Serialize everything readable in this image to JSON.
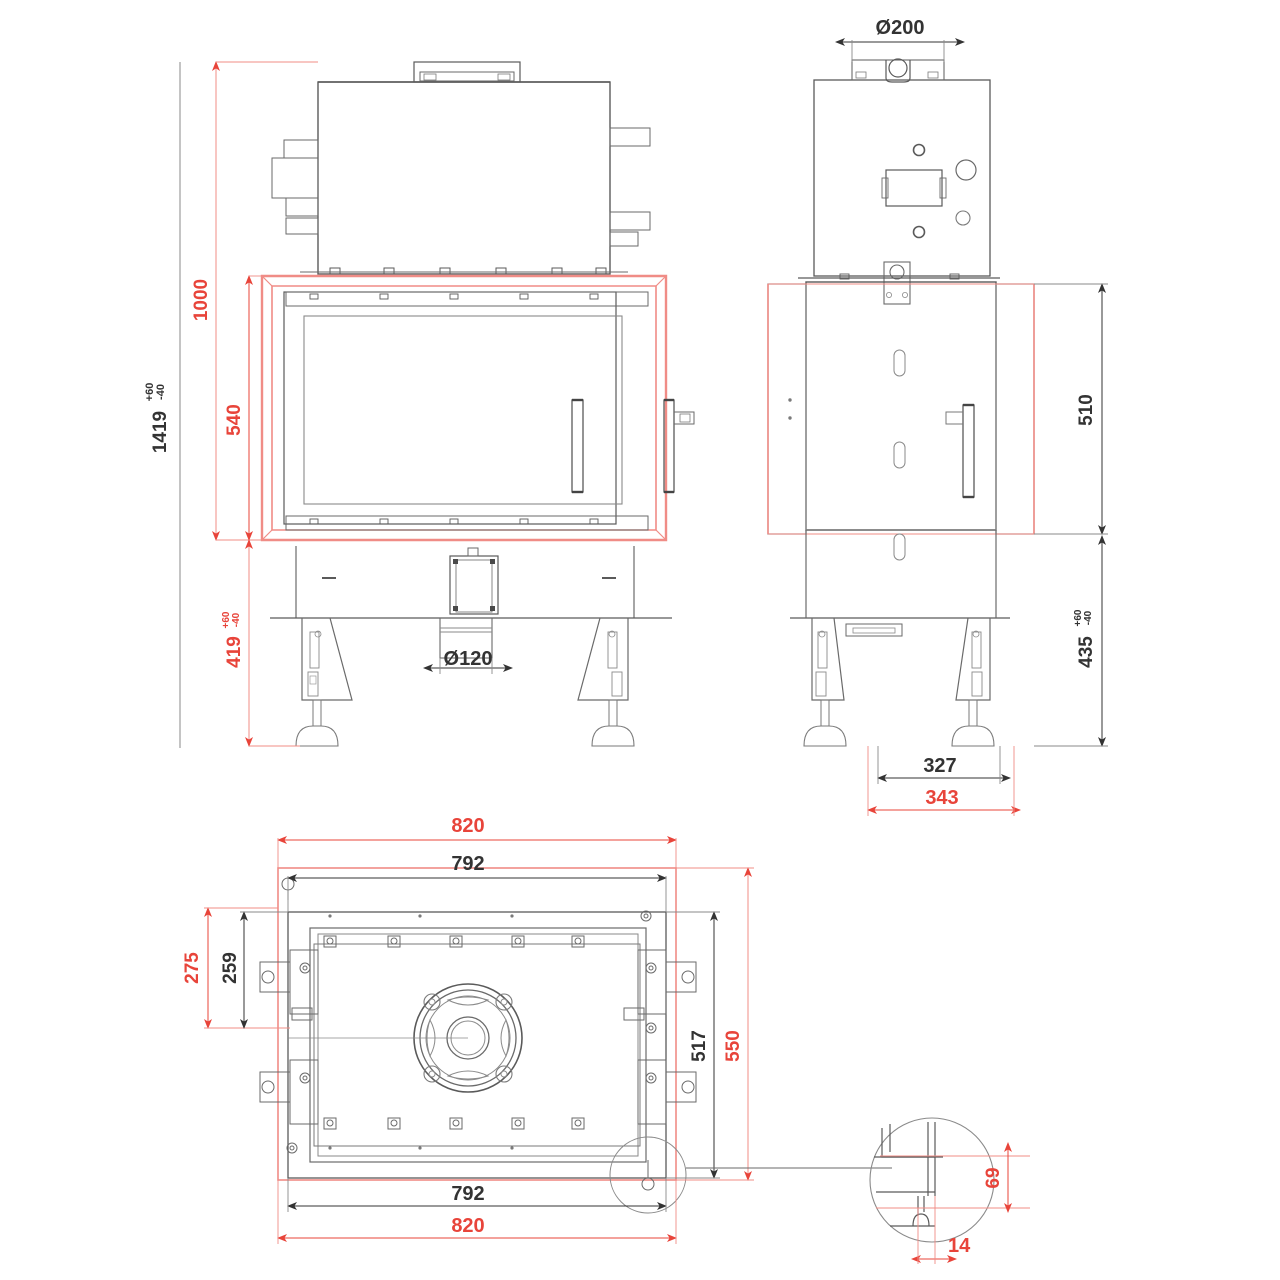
{
  "drawing": {
    "title": "Fireplace insert technical drawing",
    "colors": {
      "outline": "#3a3a3a",
      "thin": "#8a8a8a",
      "dim_black": "#333333",
      "dim_red": "#e8443a",
      "red_line": "#f08c86"
    },
    "views": [
      {
        "name": "front-elevation",
        "label": ""
      },
      {
        "name": "side-elevation",
        "label": ""
      },
      {
        "name": "plan-view",
        "label": ""
      },
      {
        "name": "detail-callout",
        "label": ""
      }
    ]
  },
  "dimensions": {
    "front": {
      "overall_height": {
        "value": "1419",
        "tol_plus": "+60",
        "tol_minus": "-40",
        "color": "black",
        "name": "overall-height-1419"
      },
      "upper_height": {
        "value": "1000",
        "color": "red",
        "name": "upper-height-1000"
      },
      "glass_height": {
        "value": "540",
        "color": "red",
        "name": "glass-height-540"
      },
      "base_height": {
        "value": "419",
        "tol_plus": "+60",
        "tol_minus": "-40",
        "color": "red",
        "name": "base-height-419"
      },
      "air_inlet_dia": {
        "value": "Ø120",
        "color": "black",
        "name": "air-inlet-diameter-120"
      }
    },
    "side": {
      "flue_dia": {
        "value": "Ø200",
        "color": "black",
        "name": "flue-diameter-200"
      },
      "body_height": {
        "value": "510",
        "color": "black",
        "name": "body-height-510"
      },
      "base_height": {
        "value": "435",
        "tol_plus": "+60",
        "tol_minus": "-40",
        "color": "black",
        "name": "side-base-height-435"
      },
      "depth_inner": {
        "value": "327",
        "color": "black",
        "name": "depth-inner-327"
      },
      "depth_outer": {
        "value": "343",
        "color": "red",
        "name": "depth-outer-343"
      }
    },
    "plan": {
      "width_outer_top": {
        "value": "820",
        "color": "red",
        "name": "plan-width-outer-820-top"
      },
      "width_inner_top": {
        "value": "792",
        "color": "black",
        "name": "plan-width-inner-792-top"
      },
      "width_inner_bottom": {
        "value": "792",
        "color": "black",
        "name": "plan-width-inner-792-bottom"
      },
      "width_outer_bottom": {
        "value": "820",
        "color": "red",
        "name": "plan-width-outer-820-bottom"
      },
      "depth_outer_left": {
        "value": "275",
        "color": "red",
        "name": "plan-depth-outer-275"
      },
      "depth_inner_left": {
        "value": "259",
        "color": "black",
        "name": "plan-depth-inner-259"
      },
      "depth_inner_right": {
        "value": "517",
        "color": "black",
        "name": "plan-depth-inner-517"
      },
      "depth_outer_right": {
        "value": "550",
        "color": "red",
        "name": "plan-depth-outer-550"
      }
    },
    "detail": {
      "height": {
        "value": "69",
        "color": "red",
        "name": "detail-height-69"
      },
      "width": {
        "value": "14",
        "color": "red",
        "name": "detail-width-14"
      }
    }
  }
}
